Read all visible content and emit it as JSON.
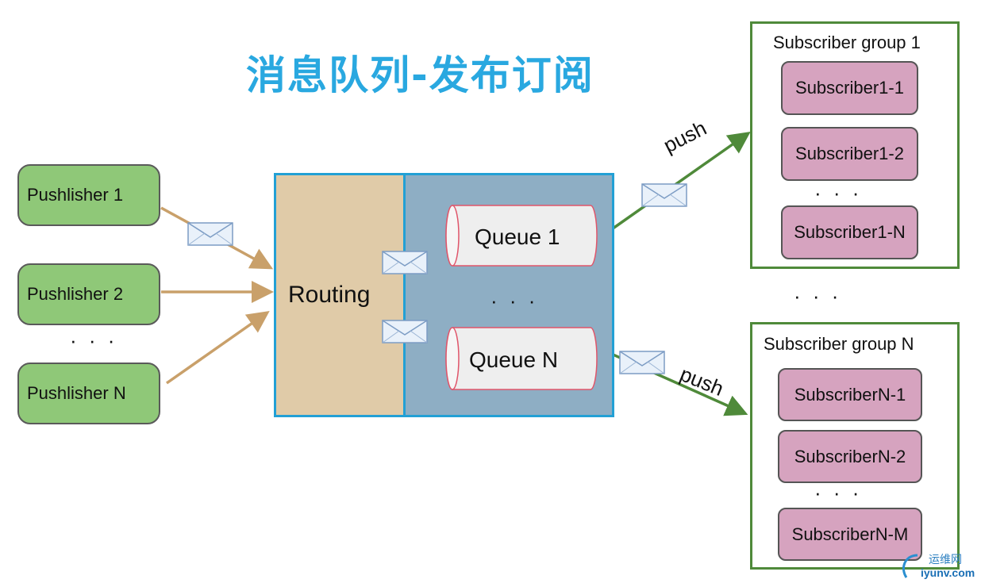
{
  "title": "消息队列-发布订阅",
  "publishers": [
    "Pushlisher 1",
    "Pushlisher 2",
    "Pushlisher N"
  ],
  "publisher_ellipsis": "· · ·",
  "broker": {
    "routing_label": "Routing",
    "queues": [
      "Queue 1",
      "Queue N"
    ],
    "queue_ellipsis": "· · ·"
  },
  "push_label": "push",
  "group_ellipsis": "· · ·",
  "groups": [
    {
      "title": "Subscriber group 1",
      "subscribers": [
        "Subscriber1-1",
        "Subscriber1-2",
        "Subscriber1-N"
      ],
      "ellipsis": "· · ·"
    },
    {
      "title": "Subscriber group N",
      "subscribers": [
        "SubscriberN-1",
        "SubscriberN-2",
        "SubscriberN-M"
      ],
      "ellipsis": "· · ·"
    }
  ],
  "watermark": {
    "text": "运维网",
    "url": "iyunv.com"
  },
  "colors": {
    "title": "#29a8e0",
    "publisher_fill": "#8fc878",
    "subscriber_fill": "#d6a3bf",
    "group_border": "#4f8a3a",
    "routing_fill": "#e0cba8",
    "queue_area_fill": "#8eaec4",
    "broker_border": "#22a0d5",
    "publisher_arrow": "#c9a06a",
    "routing_arrow": "#e8801e",
    "push_arrow": "#4f8a3a"
  }
}
